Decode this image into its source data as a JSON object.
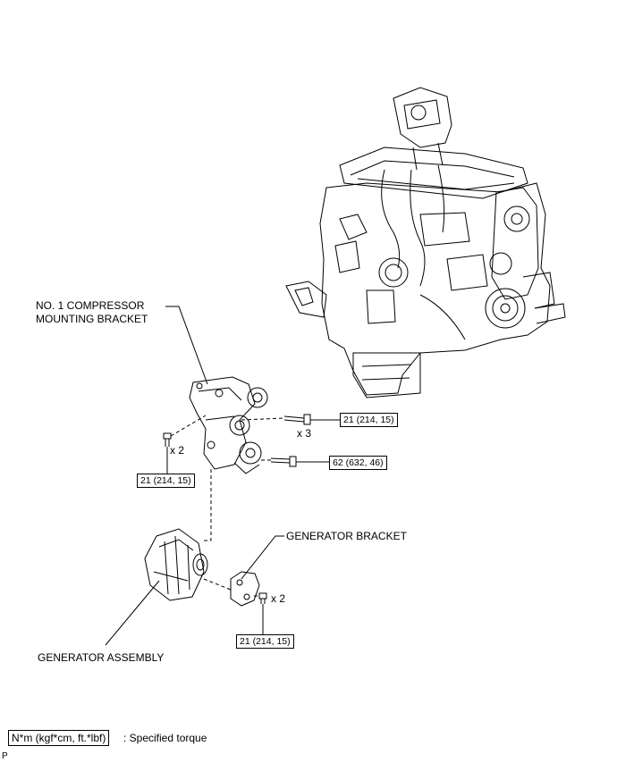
{
  "labels": {
    "compressor_bracket_line1": "NO. 1 COMPRESSOR",
    "compressor_bracket_line2": "MOUNTING BRACKET",
    "generator_bracket": "GENERATOR BRACKET",
    "generator_assembly": "GENERATOR ASSEMBLY"
  },
  "torques": {
    "bracket_upper_bolts": "21 (214, 15)",
    "bracket_lower_bolt": "62 (632, 46)",
    "bracket_left_bolts": "21 (214, 15)",
    "generator_bracket_bolts": "21 (214, 15)"
  },
  "quantities": {
    "bracket_upper_bolts": "x 3",
    "bracket_left_bolts": "x 2",
    "generator_bracket_bolts": "x 2"
  },
  "legend": {
    "unit": "N*m (kgf*cm, ft.*lbf)",
    "description": ": Specified torque"
  },
  "corner_mark": "P"
}
